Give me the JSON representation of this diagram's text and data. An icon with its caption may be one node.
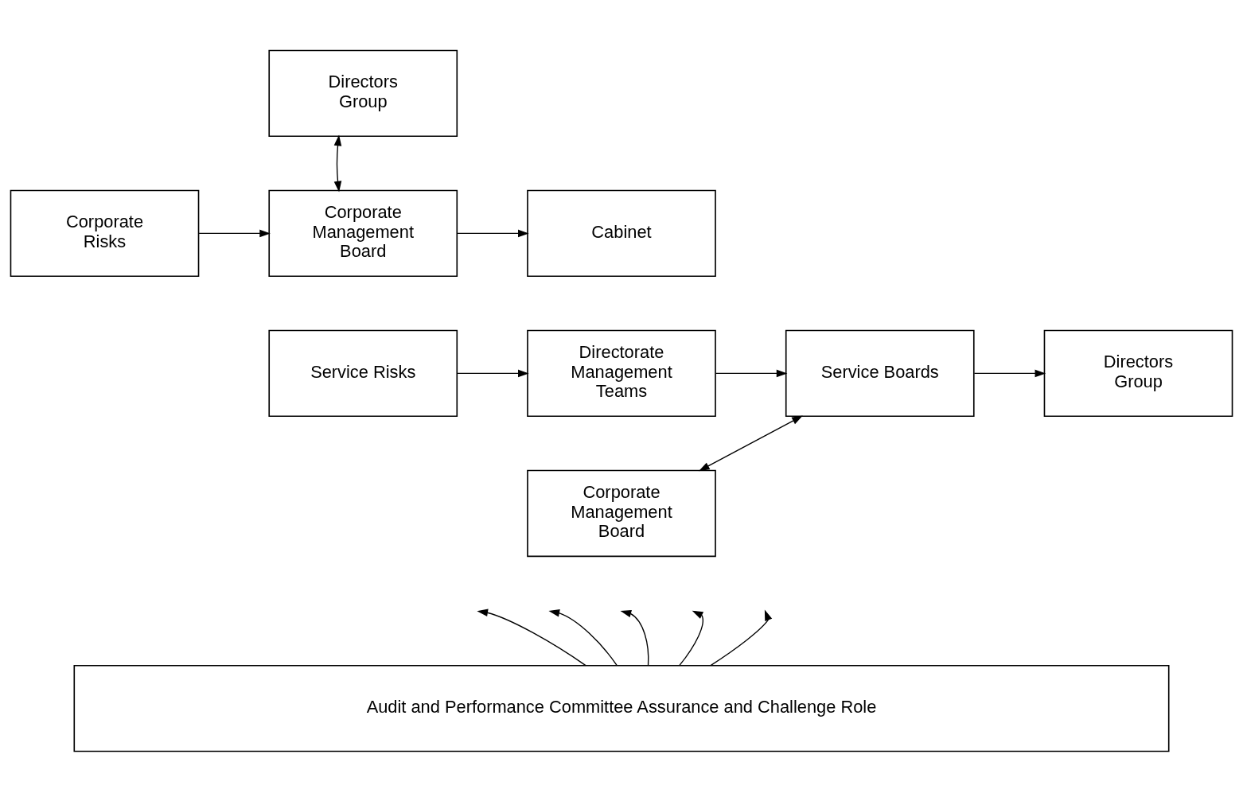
{
  "diagram": {
    "nodes": [
      {
        "text": [
          "Directors Group"
        ]
      },
      {
        "text": [
          "Corporate Risks"
        ]
      },
      {
        "text": [
          "Corporate Management Board"
        ]
      },
      {
        "text": [
          "Cabinet"
        ]
      },
      {
        "text": [
          "Service Risks"
        ]
      },
      {
        "text": [
          "Directorate Management Teams"
        ]
      },
      {
        "text": [
          "Service Boards"
        ]
      },
      {
        "text": [
          "Directors Group"
        ]
      },
      {
        "text": [
          "Corporate Management Board"
        ]
      },
      {
        "text": [
          "Audit and Performance Committee Assurance and Challenge Role"
        ]
      }
    ],
    "edges": [
      {
        "from": 0,
        "to": 2,
        "arrow": "both"
      },
      {
        "from": 1,
        "to": 2,
        "arrow": "to"
      },
      {
        "from": 2,
        "to": 3,
        "arrow": "to"
      },
      {
        "from": 4,
        "to": 5,
        "arrow": "to"
      },
      {
        "from": 5,
        "to": 6,
        "arrow": "to"
      },
      {
        "from": 6,
        "to": 7,
        "arrow": "to"
      },
      {
        "from": 6,
        "to": 8,
        "arrow": "both"
      },
      {
        "from": 9,
        "to": null,
        "arrow": "to"
      },
      {
        "from": 9,
        "to": null,
        "arrow": "to"
      },
      {
        "from": 9,
        "to": null,
        "arrow": "to"
      },
      {
        "from": 9,
        "to": null,
        "arrow": "to"
      },
      {
        "from": 9,
        "to": null,
        "arrow": "to"
      }
    ]
  }
}
